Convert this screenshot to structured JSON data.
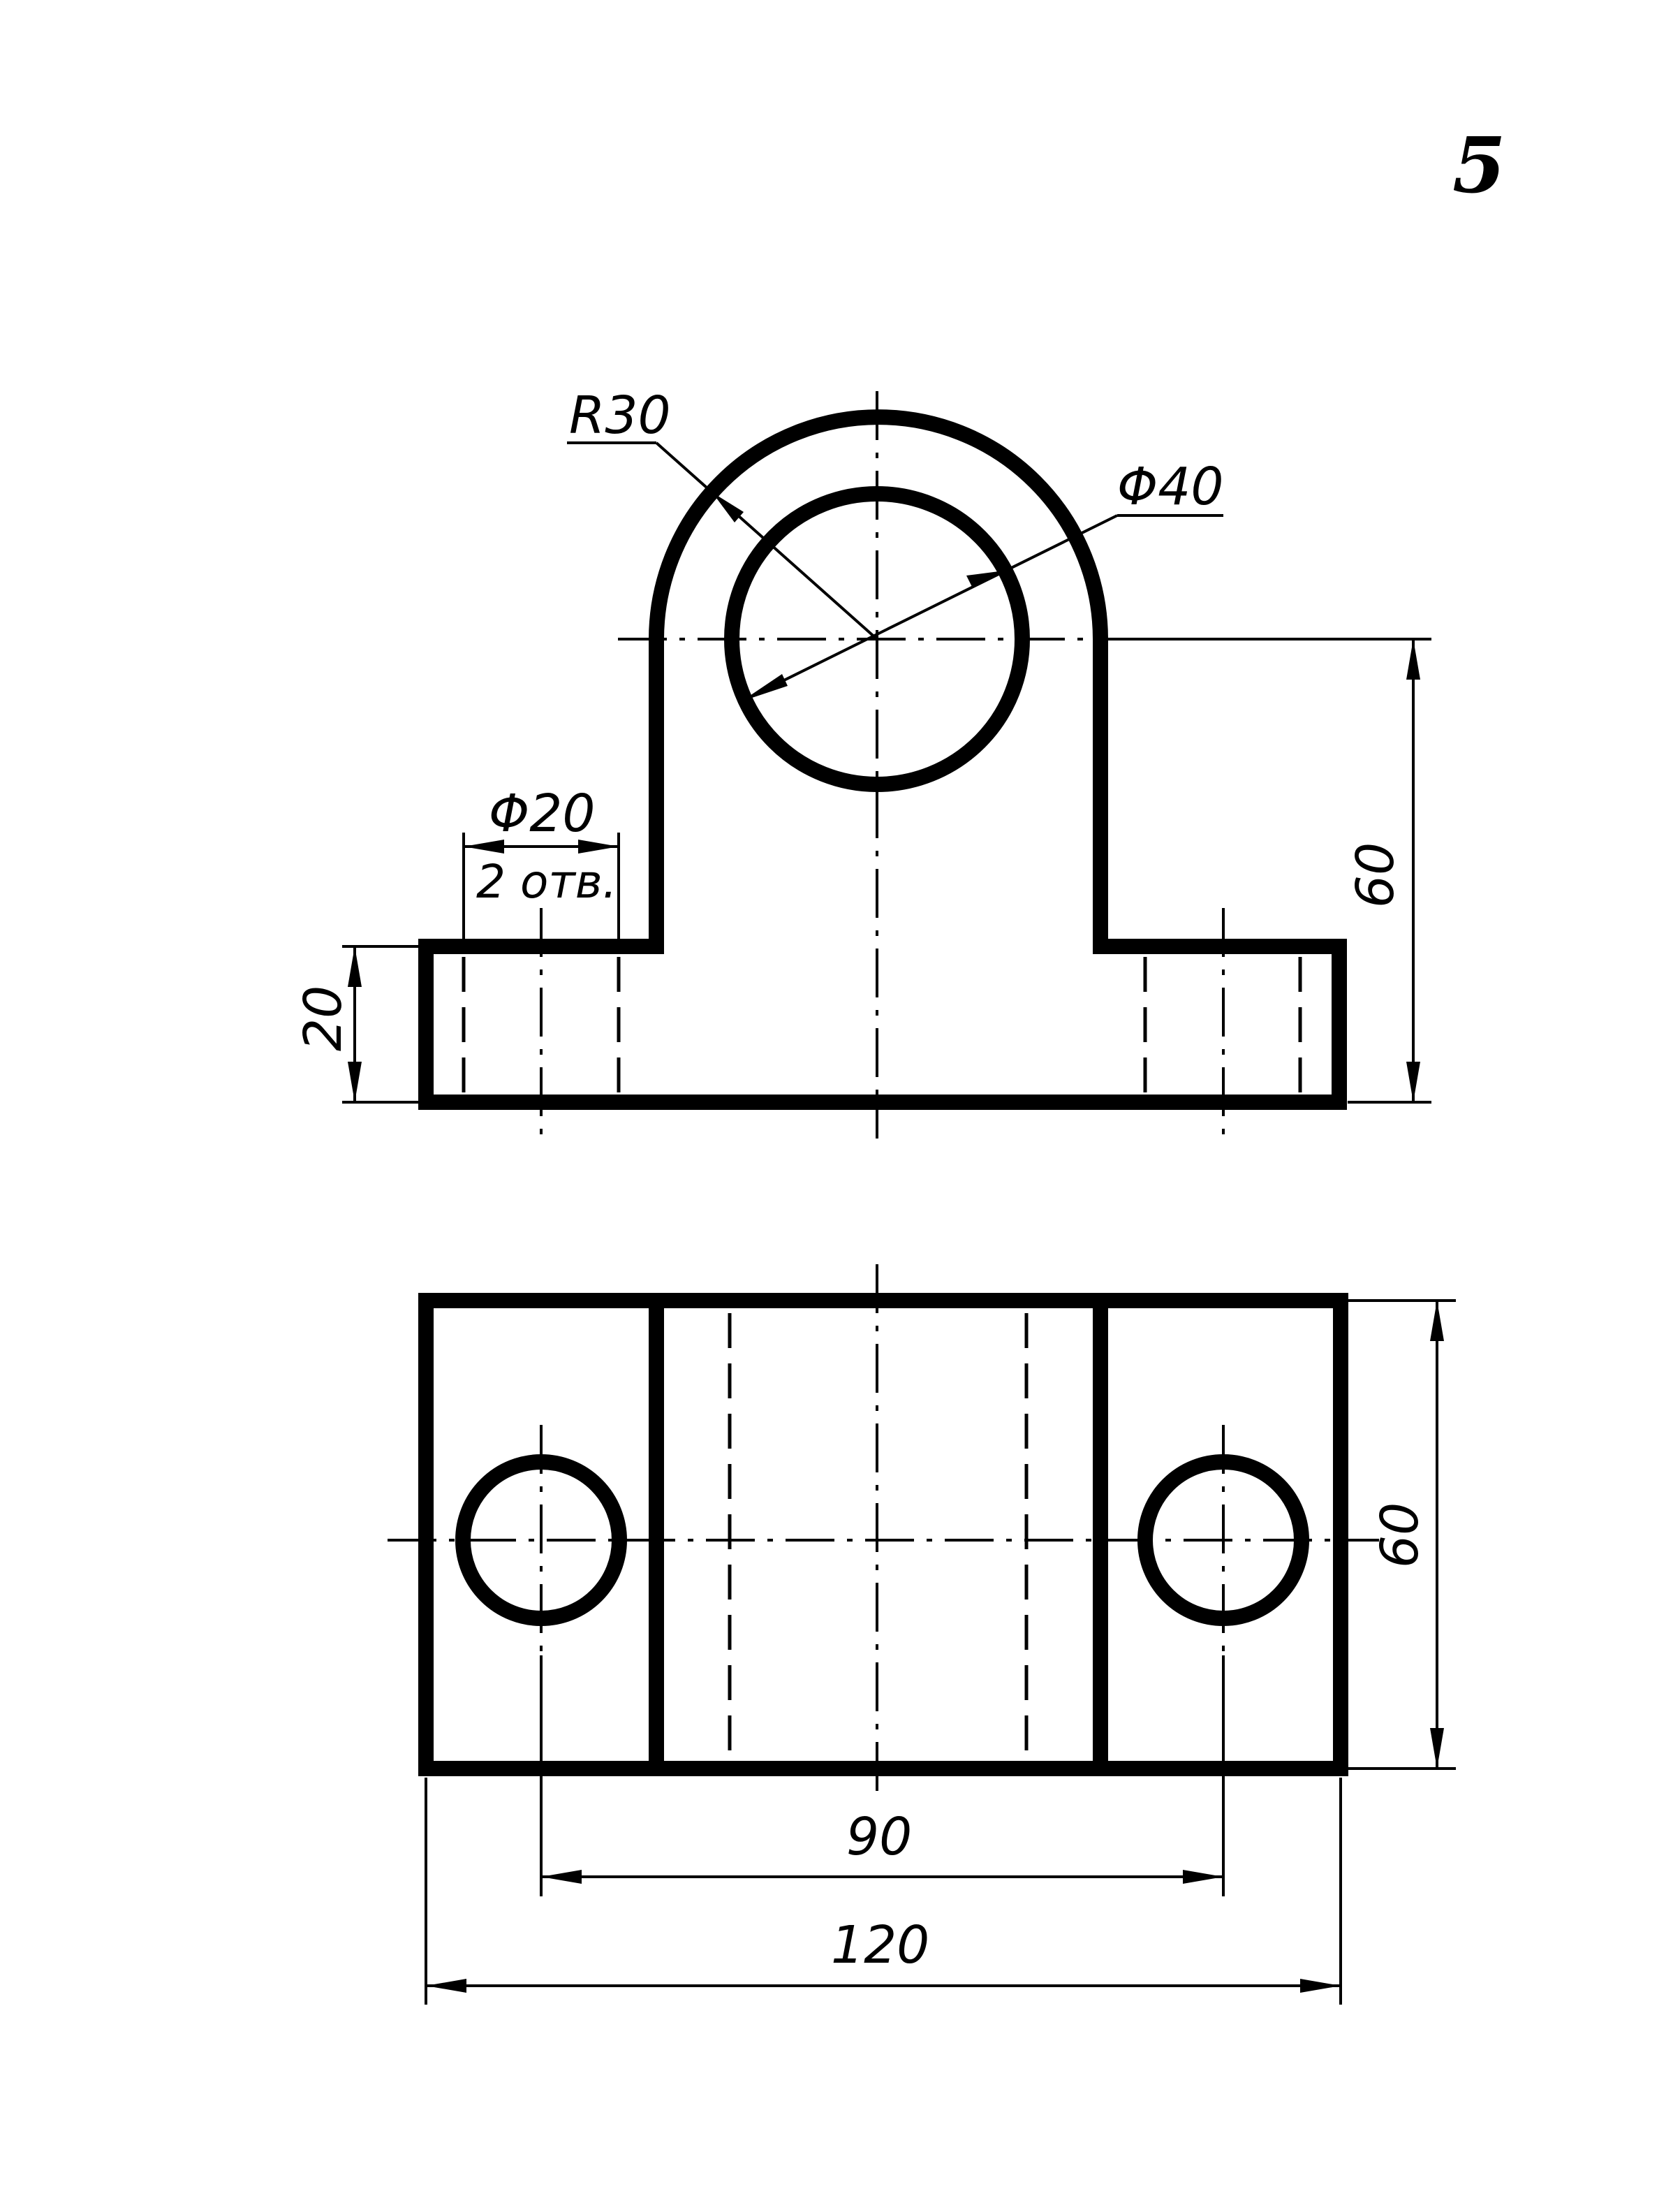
{
  "page_number": "5",
  "dimensions": {
    "r30": "R30",
    "phi40": "Φ40",
    "phi20": "Φ20",
    "holes_note": "2 отв.",
    "height_20": "20",
    "height_60": "60",
    "depth_60": "60",
    "spacing_90": "90",
    "width_120": "120"
  }
}
